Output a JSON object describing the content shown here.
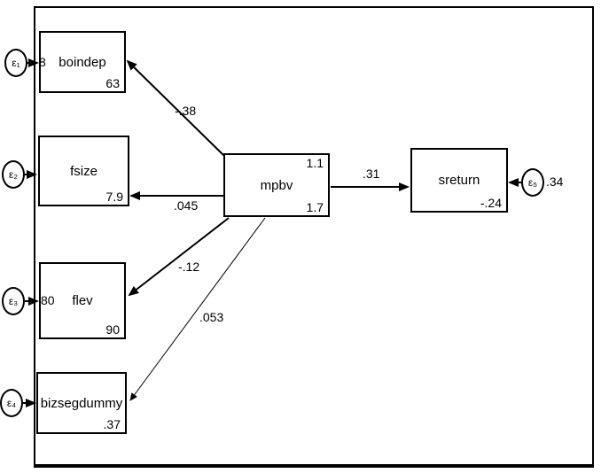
{
  "diagram": {
    "kind": "structural-equation-model-path-diagram",
    "variables": {
      "boindep": {
        "label": "boindep",
        "value": "63"
      },
      "fsize": {
        "label": "fsize",
        "value": "7.9"
      },
      "flev": {
        "label": "flev",
        "value": "90"
      },
      "bizsegdummy": {
        "label": "bizsegdummy",
        "value": ".37"
      },
      "mpbv": {
        "label": "mpbv",
        "top_value": "1.1",
        "bottom_value": "1.7"
      },
      "sreturn": {
        "label": "sreturn",
        "value": "-.24"
      }
    },
    "error_terms": {
      "e1": {
        "label": "ε₁",
        "visible_fragment": "8"
      },
      "e2": {
        "label": "ε₂"
      },
      "e3": {
        "label": "ε₃",
        "visible_fragment": "80"
      },
      "e4": {
        "label": "ε₄"
      },
      "e5": {
        "label": "ε₅",
        "value": ".34"
      }
    },
    "path_coefficients": {
      "mpbv_to_boindep": "-.38",
      "mpbv_to_fsize": ".045",
      "mpbv_to_flev": "-.12",
      "mpbv_to_bizsegdummy": ".053",
      "mpbv_to_sreturn": ".31"
    },
    "colors": {
      "line": "#000000",
      "background": "#ffffff"
    }
  }
}
